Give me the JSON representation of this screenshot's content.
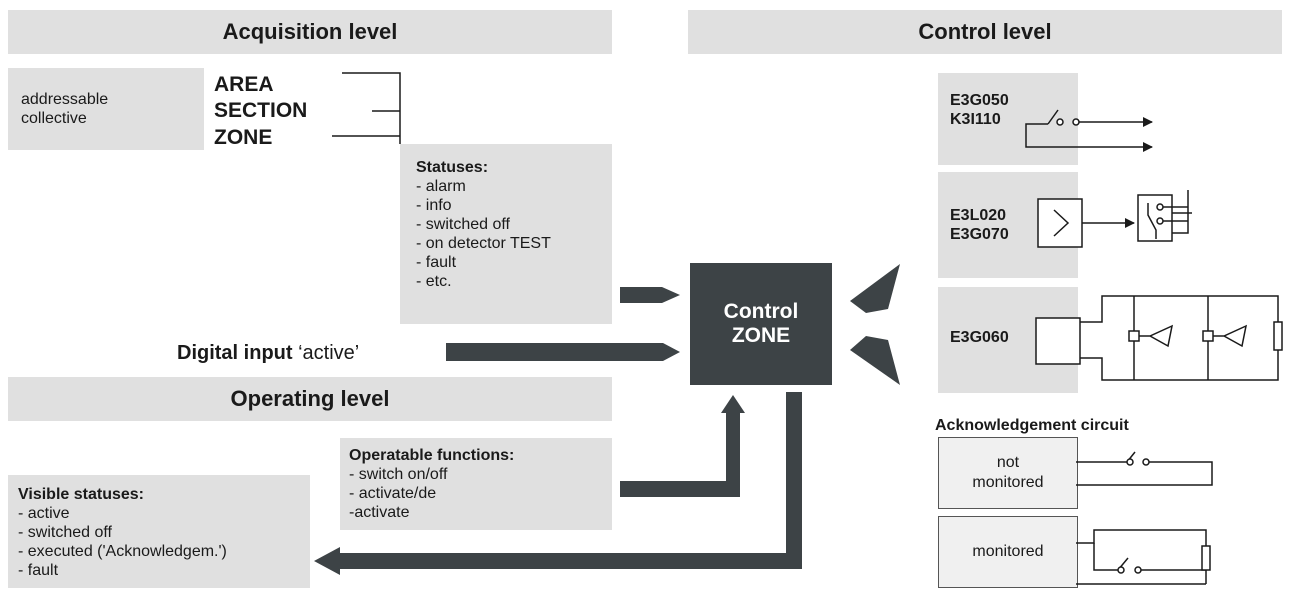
{
  "headers": {
    "acquisition": "Acquisition level",
    "control": "Control level",
    "operating": "Operating level"
  },
  "detection": {
    "types_line1": "addressable",
    "types_line2": "collective",
    "area": "AREA",
    "section": "SECTION",
    "zone": "ZONE"
  },
  "statuses": {
    "title": "Statuses:",
    "items": [
      "- alarm",
      "- info",
      "- switched off",
      "- on detector TEST",
      "- fault",
      "- etc."
    ]
  },
  "digital_input": {
    "bold": "Digital input",
    "rest": " ‘active’"
  },
  "control_zone": {
    "line1": "Control",
    "line2": "ZONE"
  },
  "operatable": {
    "title": "Operatable functions:",
    "items": [
      "- switch on/off",
      "- activate/de",
      "-activate"
    ]
  },
  "visible": {
    "title": "Visible statuses:",
    "items": [
      "- active",
      "- switched off",
      "- executed ('Acknowledgem.')",
      "- fault"
    ]
  },
  "modules": {
    "m1_line1": "E3G050",
    "m1_line2": "K3I110",
    "m2_line1": "E3L020",
    "m2_line2": "E3G070",
    "m3": "E3G060"
  },
  "ack": {
    "title": "Acknowledgement circuit",
    "not_monitored_1": "not",
    "not_monitored_2": "monitored",
    "monitored": "monitored"
  },
  "colors": {
    "panel_grey": "#e0e0e0",
    "arrow_dark": "#3d4346",
    "line": "#1a1a1a"
  }
}
